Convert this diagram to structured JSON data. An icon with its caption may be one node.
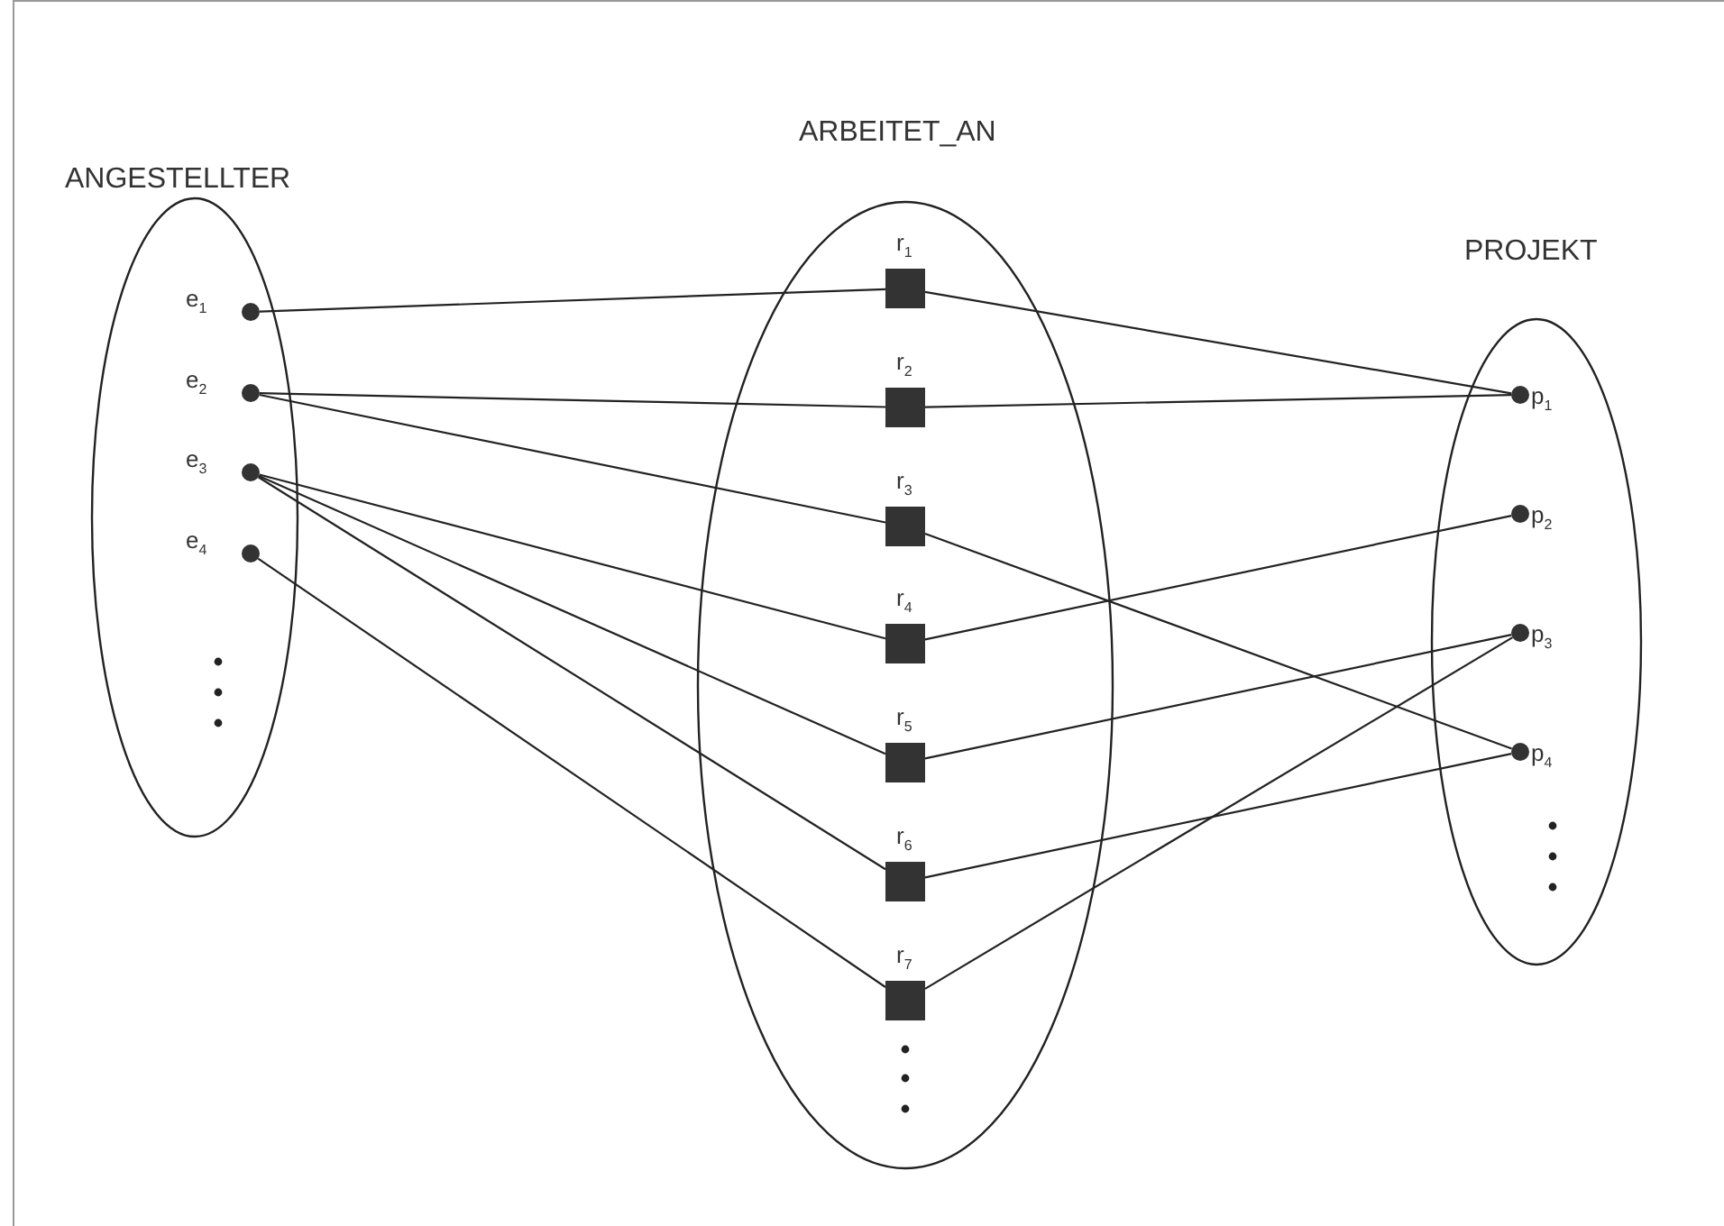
{
  "diagram": {
    "nodes": [
      {
        "text": [
          "ANGESTELLTER"
        ]
      },
      {
        "text": [
          "e$_{1}$"
        ],
        "in": 0
      },
      {
        "text": [
          "e$_{2}$"
        ],
        "in": 0
      },
      {
        "text": [
          "e$_{3}$"
        ],
        "in": 0
      },
      {
        "text": [
          "e$_{4}$"
        ],
        "in": 0
      },
      {
        "text": [
          "ARBEITET_AN"
        ]
      },
      {
        "text": [
          "r$_{1}$"
        ],
        "in": 5
      },
      {
        "text": [
          "r$_{2}$"
        ],
        "in": 5
      },
      {
        "text": [
          "r$_{3}$"
        ],
        "in": 5
      },
      {
        "text": [
          "r$_{4}$"
        ],
        "in": 5
      },
      {
        "text": [
          "r$_{5}$"
        ],
        "in": 5
      },
      {
        "text": [
          "r$_{6}$"
        ],
        "in": 5
      },
      {
        "text": [
          "r$_{7}$"
        ],
        "in": 5
      },
      {
        "text": [
          "PROJEKT"
        ]
      },
      {
        "text": [
          "p$_{1}$"
        ],
        "in": 13
      },
      {
        "text": [
          "p$_{2}$"
        ],
        "in": 13
      },
      {
        "text": [
          "p$_{3}$"
        ],
        "in": 13
      },
      {
        "text": [
          "p$_{4}$"
        ],
        "in": 13
      }
    ],
    "edges": [
      {
        "from": 1,
        "to": 6,
        "arrow": "none"
      },
      {
        "from": 2,
        "to": 7,
        "arrow": "none"
      },
      {
        "from": 2,
        "to": 8,
        "arrow": "none"
      },
      {
        "from": 3,
        "to": 9,
        "arrow": "none"
      },
      {
        "from": 3,
        "to": 10,
        "arrow": "none"
      },
      {
        "from": 3,
        "to": 11,
        "arrow": "none"
      },
      {
        "from": 4,
        "to": 12,
        "arrow": "none"
      },
      {
        "from": 6,
        "to": 14,
        "arrow": "none"
      },
      {
        "from": 7,
        "to": 14,
        "arrow": "none"
      },
      {
        "from": 8,
        "to": 17,
        "arrow": "none"
      },
      {
        "from": 9,
        "to": 15,
        "arrow": "none"
      },
      {
        "from": 10,
        "to": 16,
        "arrow": "none"
      },
      {
        "from": 11,
        "to": 17,
        "arrow": "none"
      },
      {
        "from": 12,
        "to": 16,
        "arrow": "none"
      }
    ]
  }
}
